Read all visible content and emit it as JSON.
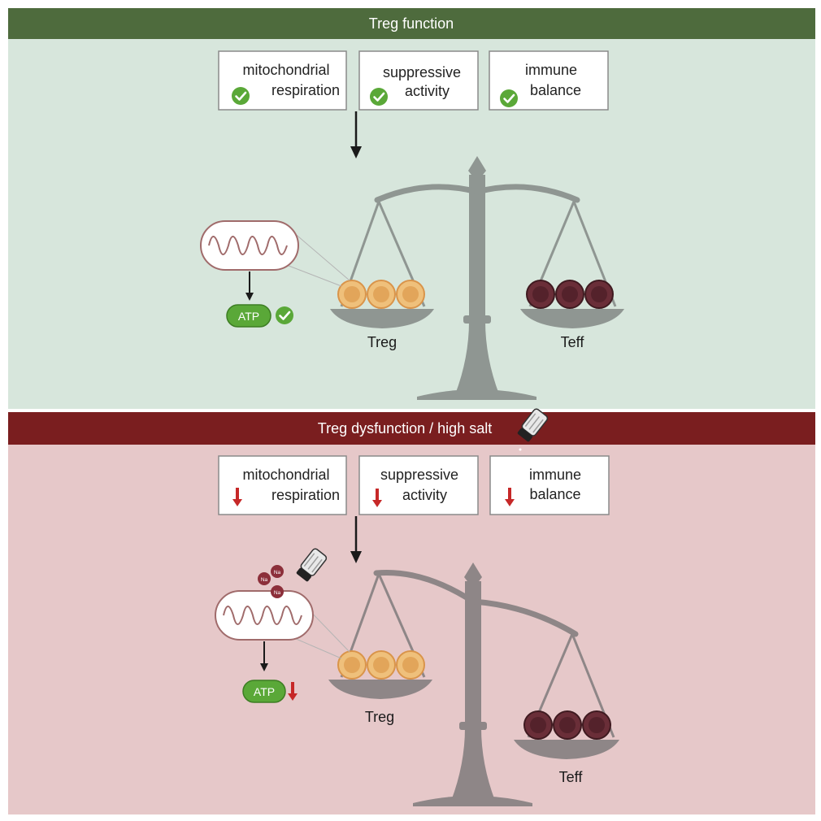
{
  "top": {
    "header": "Treg function",
    "boxes": [
      {
        "line1": "mitochondrial",
        "line2": "respiration"
      },
      {
        "line1": "suppressive",
        "line2": "activity"
      },
      {
        "line1": "immune",
        "line2": "balance"
      }
    ],
    "atp": "ATP",
    "left_pan_label": "Treg",
    "right_pan_label": "Teff"
  },
  "bottom": {
    "header": "Treg dysfunction / high salt",
    "boxes": [
      {
        "line1": "mitochondrial",
        "line2": "respiration"
      },
      {
        "line1": "suppressive",
        "line2": "activity"
      },
      {
        "line1": "immune",
        "line2": "balance"
      }
    ],
    "atp": "ATP",
    "ion_label": "Na",
    "left_pan_label": "Treg",
    "right_pan_label": "Teff"
  },
  "colors": {
    "top_header": "#4e6b3d",
    "top_bg": "#d7e6dc",
    "bottom_header": "#7a1e1f",
    "bottom_bg": "#e6c8c9",
    "check": "#5aa838",
    "down_arrow": "#c62828",
    "scale": "#8f9692",
    "scale_bottom": "#8e8687",
    "treg_cell": "#e6a95a",
    "teff_cell": "#5a2630"
  }
}
